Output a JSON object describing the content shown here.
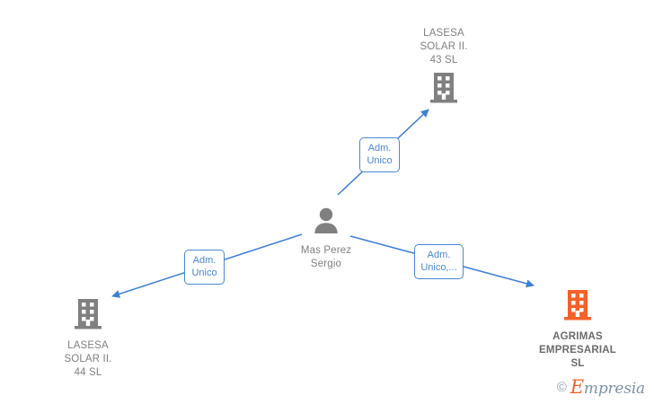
{
  "diagram": {
    "type": "relationship-graph",
    "title": "",
    "colors": {
      "edge": "#3d7fd4",
      "edge_label_border": "#4a86d4",
      "edge_label_text": "#4a86d4",
      "node_gray": "#808080",
      "node_orange": "#f4622a",
      "node_text": "#808080",
      "node_text_highlight": "#6b6b6b"
    },
    "nodes": [
      {
        "id": "lasesa43",
        "icon": "building-icon",
        "label": "LASESA\nSOLAR II.\n43 SL",
        "color": "#808080",
        "highlight": false,
        "label_position": "above"
      },
      {
        "id": "person",
        "icon": "person-icon",
        "label": "Mas Perez\nSergio",
        "color": "#808080",
        "highlight": false,
        "label_position": "below"
      },
      {
        "id": "lasesa44",
        "icon": "building-icon",
        "label": "LASESA\nSOLAR II.\n44 SL",
        "color": "#808080",
        "highlight": false,
        "label_position": "below"
      },
      {
        "id": "agrimas",
        "icon": "building-icon",
        "label": "AGRIMAS\nEMPRESARIAL\nSL",
        "color": "#f4622a",
        "highlight": true,
        "label_position": "below"
      }
    ],
    "edges": [
      {
        "id": "e-top",
        "from": "person",
        "to": "lasesa43",
        "label": "Adm.\nUnico"
      },
      {
        "id": "e-left",
        "from": "person",
        "to": "lasesa44",
        "label": "Adm.\nUnico"
      },
      {
        "id": "e-right",
        "from": "person",
        "to": "agrimas",
        "label": "Adm.\nUnico,..."
      }
    ]
  },
  "watermark": {
    "copyright": "©",
    "brand_initial": "E",
    "brand_rest": "mpresia"
  }
}
